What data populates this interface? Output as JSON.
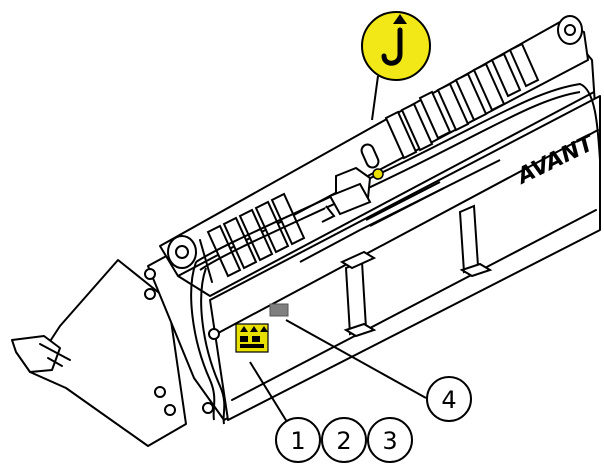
{
  "brand_logo": "AVANT",
  "lifting_point_symbol": "lift-hook-icon",
  "callouts": [
    {
      "number": "1",
      "target": "warning-decals"
    },
    {
      "number": "2",
      "target": "warning-decals"
    },
    {
      "number": "3",
      "target": "warning-decals"
    },
    {
      "number": "4",
      "target": "type-plate"
    }
  ],
  "colors": {
    "line": "#000000",
    "fill": "#ffffff",
    "lift_symbol": "#f2e817",
    "decal": "#e8e000",
    "plate": "#7f7f7f"
  }
}
